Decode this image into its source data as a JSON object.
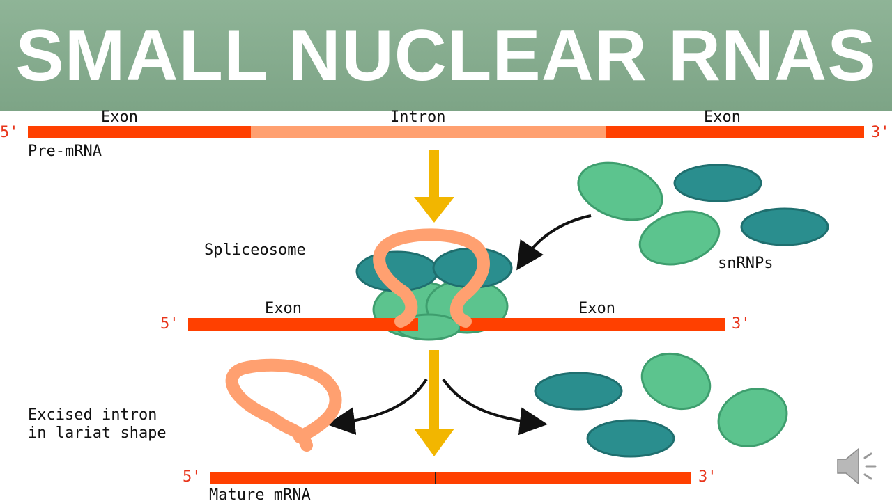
{
  "slide": {
    "title": "SMALL NUCLEAR RNAS"
  },
  "diagram": {
    "pre_mrna": {
      "label": "Pre-mRNA",
      "five_prime": "5'",
      "three_prime": "3'",
      "exon_left": "Exon",
      "intron": "Intron",
      "exon_right": "Exon"
    },
    "spliceosome_label": "Spliceosome",
    "snrnps_label": "snRNPs",
    "middle_strand": {
      "five_prime": "5'",
      "three_prime": "3'",
      "exon_left": "Exon",
      "exon_right": "Exon"
    },
    "excised_intron_label": [
      "Excised intron",
      "in lariat shape"
    ],
    "mature_mrna": {
      "label": "Mature mRNA",
      "five_prime": "5'",
      "three_prime": "3'"
    }
  },
  "colors": {
    "banner": "#82a98b",
    "exon": "#ff4000",
    "intron": "#ffa070",
    "arrow_yellow": "#f2b600",
    "snrnp_light": "#5cc48e",
    "snrnp_dark": "#2a8e8e"
  },
  "icons": {
    "speaker": "speaker-volume-icon"
  }
}
